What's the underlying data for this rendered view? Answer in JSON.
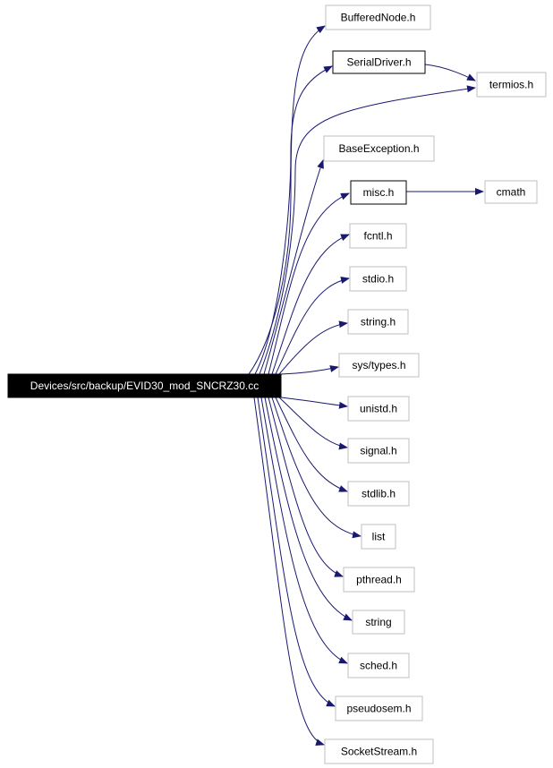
{
  "colors": {
    "edge": "#191970",
    "node_border_light": "#bfbfbf",
    "node_border_dark": "#000000",
    "root_fill": "#000000",
    "root_text": "#ffffff",
    "background": "#ffffff"
  },
  "root": {
    "id": "root",
    "label": "Devices/src/backup/EVID30_mod_SNCRZ30.cc"
  },
  "nodes": [
    {
      "id": "bufferednode",
      "label": "BufferedNode.h",
      "style": "light"
    },
    {
      "id": "serialdriver",
      "label": "SerialDriver.h",
      "style": "dark"
    },
    {
      "id": "termios",
      "label": "termios.h",
      "style": "light"
    },
    {
      "id": "baseexception",
      "label": "BaseException.h",
      "style": "light"
    },
    {
      "id": "misc",
      "label": "misc.h",
      "style": "dark"
    },
    {
      "id": "cmath",
      "label": "cmath",
      "style": "light"
    },
    {
      "id": "fcntl",
      "label": "fcntl.h",
      "style": "light"
    },
    {
      "id": "stdio",
      "label": "stdio.h",
      "style": "light"
    },
    {
      "id": "string_h",
      "label": "string.h",
      "style": "light"
    },
    {
      "id": "systypes",
      "label": "sys/types.h",
      "style": "light"
    },
    {
      "id": "unistd",
      "label": "unistd.h",
      "style": "light"
    },
    {
      "id": "signal",
      "label": "signal.h",
      "style": "light"
    },
    {
      "id": "stdlib",
      "label": "stdlib.h",
      "style": "light"
    },
    {
      "id": "list",
      "label": "list",
      "style": "light"
    },
    {
      "id": "pthread",
      "label": "pthread.h",
      "style": "light"
    },
    {
      "id": "string",
      "label": "string",
      "style": "light"
    },
    {
      "id": "sched",
      "label": "sched.h",
      "style": "light"
    },
    {
      "id": "pseudosem",
      "label": "pseudosem.h",
      "style": "light"
    },
    {
      "id": "socketstream",
      "label": "SocketStream.h",
      "style": "light"
    }
  ],
  "edges": [
    {
      "from": "root",
      "to": "bufferednode"
    },
    {
      "from": "root",
      "to": "serialdriver"
    },
    {
      "from": "root",
      "to": "termios"
    },
    {
      "from": "serialdriver",
      "to": "termios"
    },
    {
      "from": "root",
      "to": "baseexception"
    },
    {
      "from": "root",
      "to": "misc"
    },
    {
      "from": "misc",
      "to": "cmath"
    },
    {
      "from": "root",
      "to": "fcntl"
    },
    {
      "from": "root",
      "to": "stdio"
    },
    {
      "from": "root",
      "to": "string_h"
    },
    {
      "from": "root",
      "to": "systypes"
    },
    {
      "from": "root",
      "to": "unistd"
    },
    {
      "from": "root",
      "to": "signal"
    },
    {
      "from": "root",
      "to": "stdlib"
    },
    {
      "from": "root",
      "to": "list"
    },
    {
      "from": "root",
      "to": "pthread"
    },
    {
      "from": "root",
      "to": "string"
    },
    {
      "from": "root",
      "to": "sched"
    },
    {
      "from": "root",
      "to": "pseudosem"
    },
    {
      "from": "root",
      "to": "socketstream"
    }
  ]
}
